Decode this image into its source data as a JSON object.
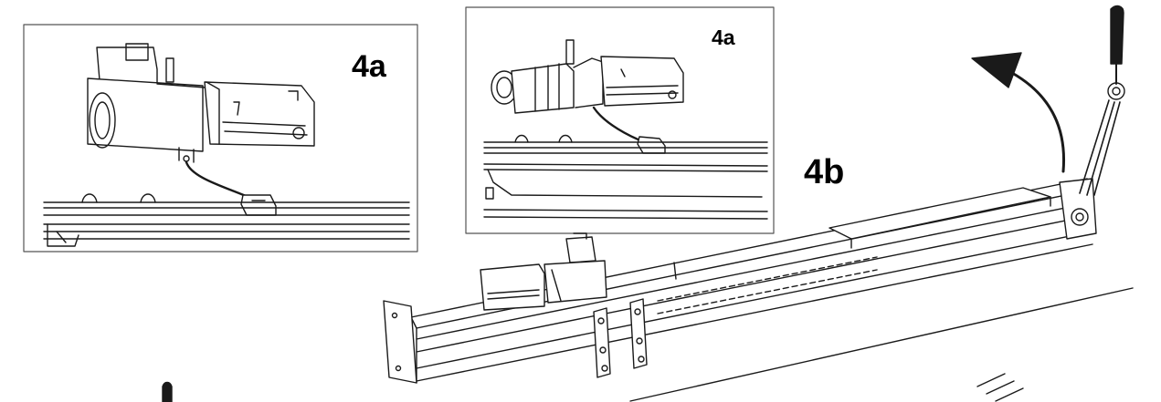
{
  "labels": {
    "inset_left": "4a",
    "inset_right": "4a",
    "main": "4b"
  },
  "colors": {
    "line": "#1a1a1a",
    "frame": "#555555",
    "background": "#ffffff"
  },
  "icons": [
    "lift-arrow-icon",
    "hanger-hook-icon"
  ]
}
